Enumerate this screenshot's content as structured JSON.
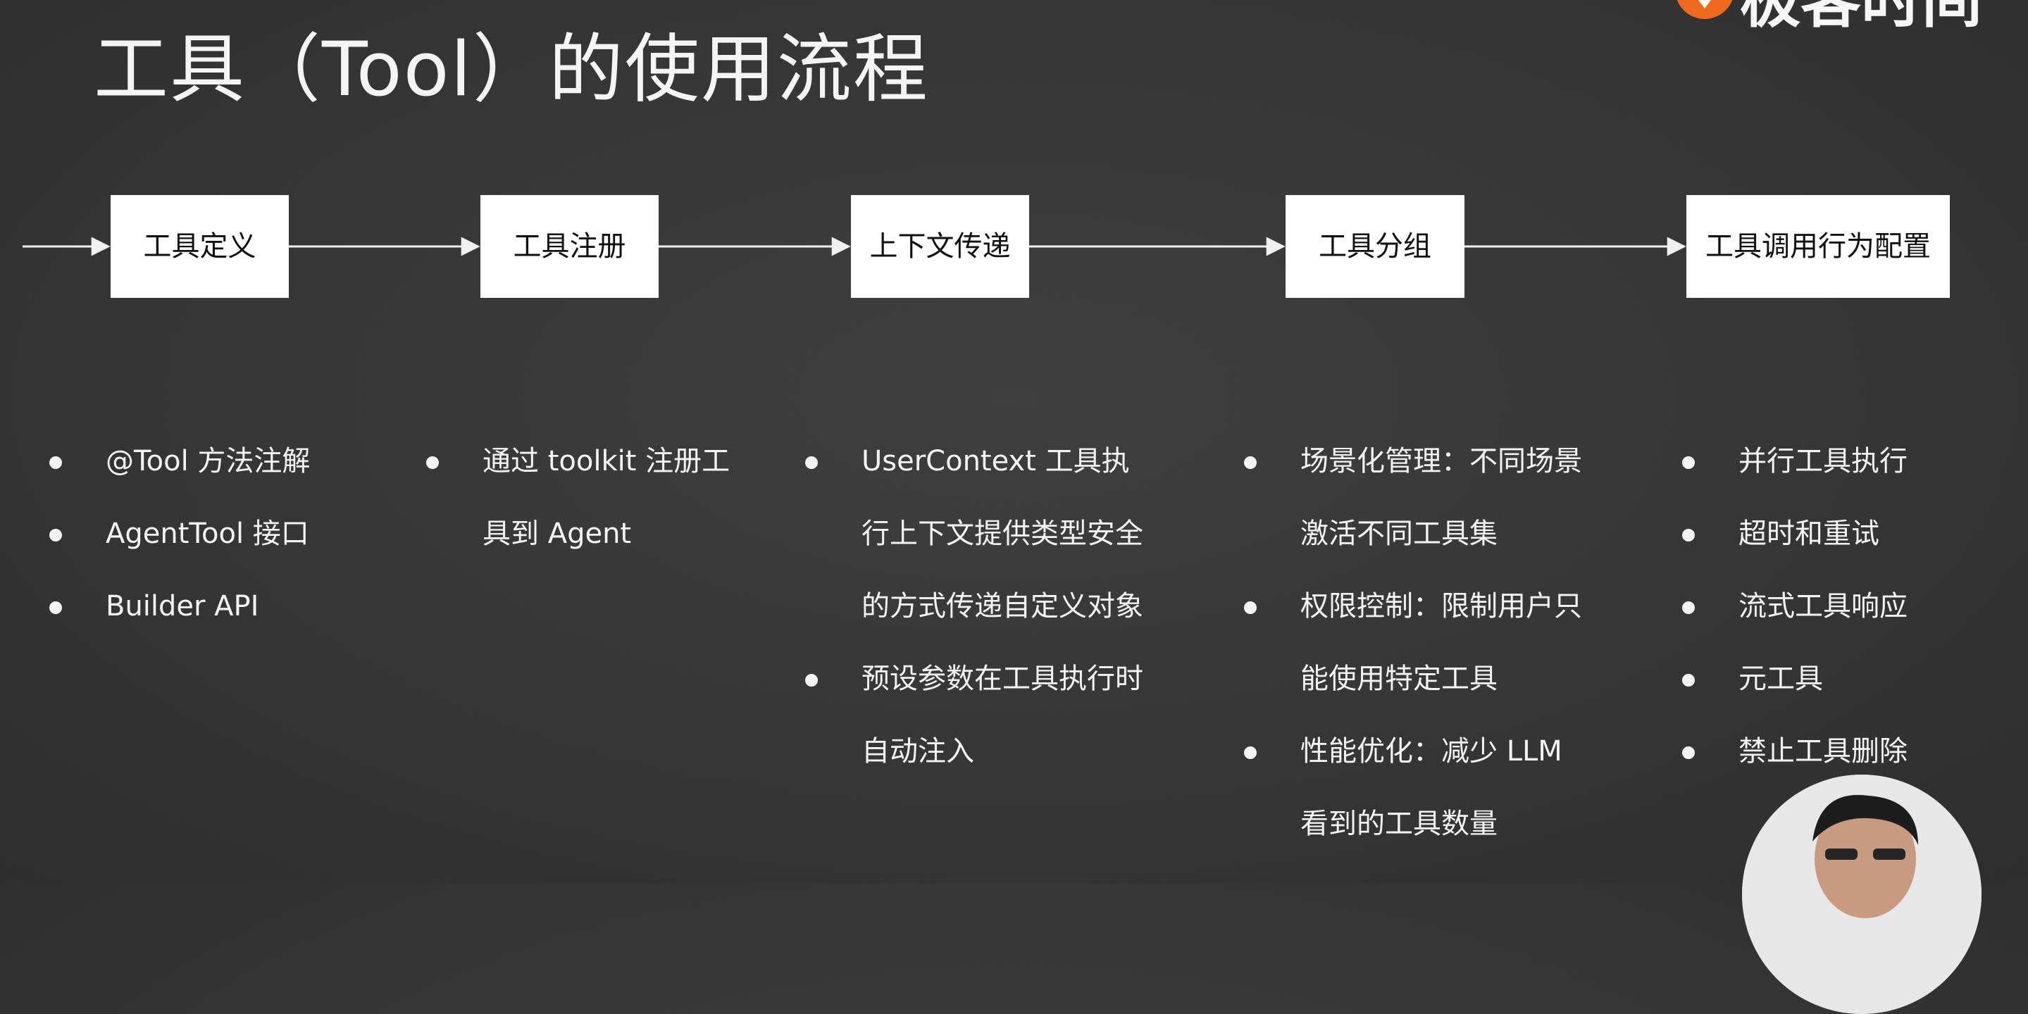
{
  "slide": {
    "title": "工具（Tool）的使用流程",
    "logo_text": "极客时间"
  },
  "flow": {
    "steps": [
      {
        "label": "工具定义"
      },
      {
        "label": "工具注册"
      },
      {
        "label": "上下文传递"
      },
      {
        "label": "工具分组"
      },
      {
        "label": "工具调用行为配置"
      }
    ]
  },
  "details": {
    "tool_definition": [
      "@Tool 方法注解",
      "AgentTool 接口",
      "Builder API"
    ],
    "tool_registration": [
      "通过 toolkit 注册工具到 Agent"
    ],
    "context_passing": [
      "UserContext 工具执行上下文提供类型安全的方式传递自定义对象",
      "预设参数在工具执行时自动注入"
    ],
    "tool_grouping": [
      "场景化管理：不同场景激活不同工具集",
      "权限控制：限制用户只能使用特定工具",
      "性能优化：减少 LLM 看到的工具数量"
    ],
    "call_behavior": [
      "并行工具执行",
      "超时和重试",
      "流式工具响应",
      "元工具",
      "禁止工具删除"
    ]
  },
  "colors": {
    "background": "#373737",
    "box": "#ffffff",
    "arrow": "#f0f0f0",
    "logo_accent": "#ef6a1f"
  },
  "icons": {
    "logo": "geektime-logo-icon",
    "bullet": "bullet-dot-icon",
    "presenter": "presenter-video-icon"
  }
}
